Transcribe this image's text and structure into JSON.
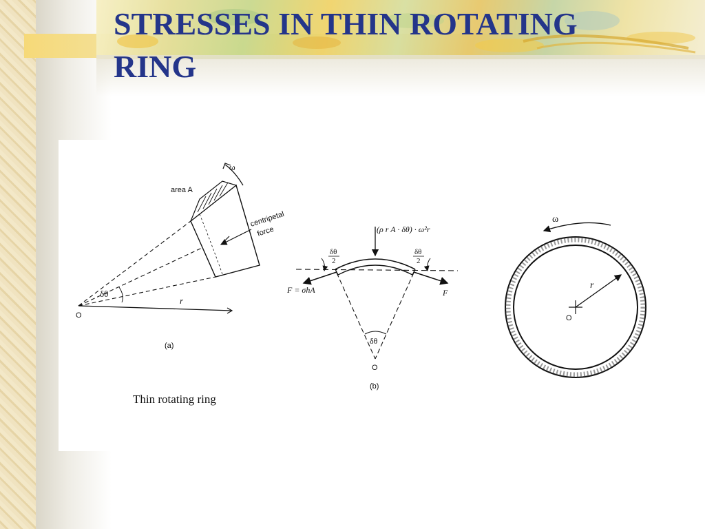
{
  "slide": {
    "title": "STRESSES IN THIN ROTATING RING"
  },
  "figure": {
    "caption": "Thin rotating ring",
    "a": {
      "label": "(a)",
      "area": "area A",
      "omega": "ω",
      "centripetal": "centripetal",
      "force": "force",
      "dtheta": "δθ",
      "radius": "r",
      "origin": "O"
    },
    "b": {
      "label": "(b)",
      "load": "(ρ r A · δθ) · ω²r",
      "half_angle_num": "δθ",
      "half_angle_den": "2",
      "force_left": "F = σhA",
      "force_right": "F",
      "dtheta": "δθ",
      "origin": "O"
    },
    "c": {
      "omega": "ω",
      "radius": "r",
      "origin": "O"
    }
  }
}
